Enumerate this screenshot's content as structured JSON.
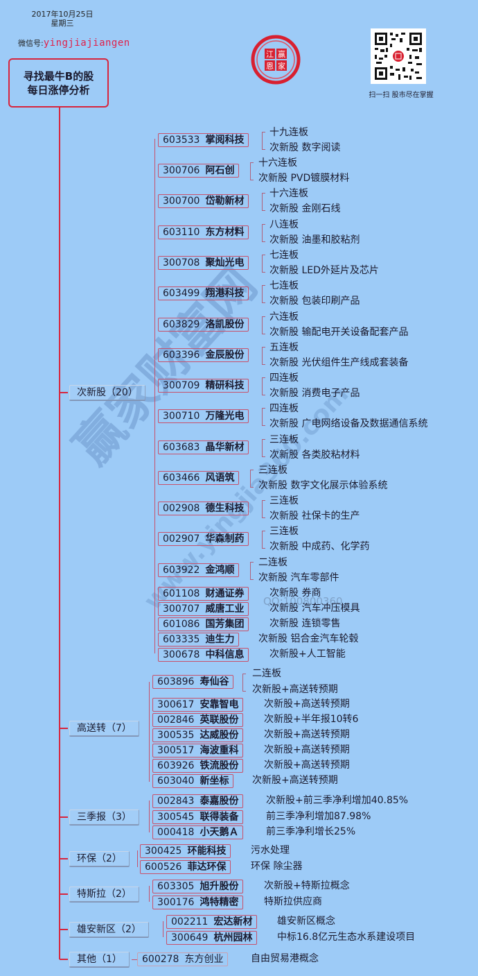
{
  "header": {
    "date": "2017年10月25日",
    "weekday": "星期三",
    "wechat_label": "微信号:",
    "wechat_id": "yingjiajiangen",
    "root_title_line1": "寻找最牛B的股",
    "root_title_line2": "每日涨停分析",
    "seal_chars": [
      "江",
      "赢",
      "恩",
      "家"
    ],
    "qr_caption": "扫一扫 股市尽在掌握"
  },
  "watermark": {
    "main": "赢家财富网",
    "url": "www.yingjia360.com",
    "qq": "QQ:100800360"
  },
  "colors": {
    "background": "#9dcbf7",
    "trunk": "#d8243c",
    "stock_border": "#c8506a",
    "wechat_id": "#e0204a"
  },
  "categories": [
    {
      "label": "次新股（20）",
      "stocks": [
        {
          "code": "603533",
          "name": "掌阅科技",
          "desc": [
            "十九连板",
            "次新股 数字阅读"
          ]
        },
        {
          "code": "300706",
          "name": "阿石创",
          "desc": [
            "十六连板",
            "次新股 PVD镀膜材料"
          ]
        },
        {
          "code": "300700",
          "name": "岱勒新材",
          "desc": [
            "十六连板",
            "次新股 金刚石线"
          ]
        },
        {
          "code": "603110",
          "name": "东方材料",
          "desc": [
            "八连板",
            "次新股 油墨和胶粘剂"
          ]
        },
        {
          "code": "300708",
          "name": "聚灿光电",
          "desc": [
            "七连板",
            "次新股 LED外延片及芯片"
          ]
        },
        {
          "code": "603499",
          "name": "翔港科技",
          "desc": [
            "七连板",
            "次新股 包装印刷产品"
          ]
        },
        {
          "code": "603829",
          "name": "洛凯股份",
          "desc": [
            "六连板",
            "次新股 输配电开关设备配套产品"
          ]
        },
        {
          "code": "603396",
          "name": "金辰股份",
          "desc": [
            "五连板",
            "次新股 光伏组件生产线成套装备"
          ]
        },
        {
          "code": "300709",
          "name": "精研科技",
          "desc": [
            "四连板",
            "次新股 消费电子产品"
          ]
        },
        {
          "code": "300710",
          "name": "万隆光电",
          "desc": [
            "四连板",
            "次新股 广电网络设备及数据通信系统"
          ]
        },
        {
          "code": "603683",
          "name": "晶华新材",
          "desc": [
            "三连板",
            "次新股 各类胶粘材料"
          ]
        },
        {
          "code": "603466",
          "name": "风语筑",
          "desc": [
            "三连板",
            "次新股 数字文化展示体验系统"
          ]
        },
        {
          "code": "002908",
          "name": "德生科技",
          "desc": [
            "三连板",
            "次新股 社保卡的生产"
          ]
        },
        {
          "code": "002907",
          "name": "华森制药",
          "desc": [
            "三连板",
            "次新股 中成药、化学药"
          ]
        },
        {
          "code": "603922",
          "name": "金鸿顺",
          "desc": [
            "二连板",
            "次新股 汽车零部件"
          ]
        },
        {
          "code": "601108",
          "name": "财通证券",
          "desc": [
            "次新股 券商"
          ]
        },
        {
          "code": "300707",
          "name": "威唐工业",
          "desc": [
            "次新股 汽车冲压模具"
          ]
        },
        {
          "code": "601086",
          "name": "国芳集团",
          "desc": [
            "次新股 连锁零售"
          ]
        },
        {
          "code": "603335",
          "name": "迪生力",
          "desc": [
            "次新股 铝合金汽车轮毂"
          ]
        },
        {
          "code": "300678",
          "name": "中科信息",
          "desc": [
            "次新股+人工智能"
          ]
        }
      ]
    },
    {
      "label": "高送转（7）",
      "stocks": [
        {
          "code": "603896",
          "name": "寿仙谷",
          "desc": [
            "二连板",
            "次新股+高送转预期"
          ]
        },
        {
          "code": "300617",
          "name": "安靠智电",
          "desc": [
            "次新股+高送转预期"
          ]
        },
        {
          "code": "002846",
          "name": "英联股份",
          "desc": [
            "次新股+半年报10转6"
          ]
        },
        {
          "code": "300535",
          "name": "达威股份",
          "desc": [
            "次新股+高送转预期"
          ]
        },
        {
          "code": "300517",
          "name": "海波重科",
          "desc": [
            "次新股+高送转预期"
          ]
        },
        {
          "code": "603926",
          "name": "铁流股份",
          "desc": [
            "次新股+高送转预期"
          ]
        },
        {
          "code": "603040",
          "name": "新坐标",
          "desc": [
            "次新股+高送转预期"
          ]
        }
      ]
    },
    {
      "label": "三季报（3）",
      "stocks": [
        {
          "code": "002843",
          "name": "泰嘉股份",
          "desc": [
            "次新股+前三季净利增加40.85%"
          ]
        },
        {
          "code": "300545",
          "name": "联得装备",
          "desc": [
            "前三季净利增加87.98%"
          ]
        },
        {
          "code": "000418",
          "name": "小天鹅Ａ",
          "desc": [
            "前三季净利增长25%"
          ]
        }
      ]
    },
    {
      "label": "环保（2）",
      "stocks": [
        {
          "code": "300425",
          "name": "环能科技",
          "desc": [
            "污水处理"
          ]
        },
        {
          "code": "600526",
          "name": "菲达环保",
          "desc": [
            "环保 除尘器"
          ]
        }
      ]
    },
    {
      "label": "特斯拉（2）",
      "stocks": [
        {
          "code": "603305",
          "name": "旭升股份",
          "desc": [
            "次新股+特斯拉概念"
          ]
        },
        {
          "code": "300176",
          "name": "鸿特精密",
          "desc": [
            "特斯拉供应商"
          ]
        }
      ]
    },
    {
      "label": "雄安新区（2）",
      "stocks": [
        {
          "code": "002211",
          "name": "宏达新材",
          "desc": [
            "雄安新区概念"
          ]
        },
        {
          "code": "300649",
          "name": "杭州园林",
          "desc": [
            "中标16.8亿元生态水系建设项目"
          ]
        }
      ]
    },
    {
      "label": "其他（1）",
      "stocks": [
        {
          "code": "600278",
          "name": "东方创业",
          "desc": [
            "自由贸易港概念"
          ]
        }
      ]
    }
  ]
}
